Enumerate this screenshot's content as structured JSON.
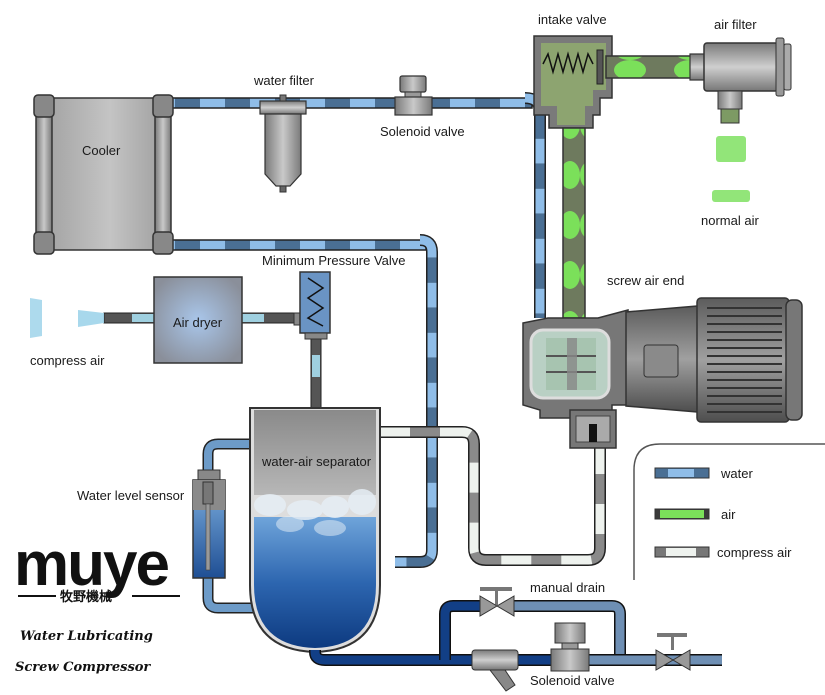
{
  "diagram": {
    "title": "Water Lubricating Screw Compressor schematic",
    "components": {
      "cooler": "Cooler",
      "water_filter": "water filter",
      "solenoid_valve_top": "Solenoid valve",
      "intake_valve": "intake valve",
      "air_filter": "air filter",
      "normal_air": "normal air",
      "screw_air_end": "screw air end",
      "minimum_pressure_valve": "Minimum Pressure Valve",
      "air_dryer": "Air dryer",
      "compress_air_outlet": "compress air",
      "water_air_separator": "water-air separator",
      "water_level_sensor": "Water level sensor",
      "manual_drain": "manual drain",
      "solenoid_valve_bottom": "Solenoid valve"
    },
    "legend": {
      "items": [
        {
          "label": "water",
          "color": "#8fbde8"
        },
        {
          "label": "air",
          "color": "#7be05a"
        },
        {
          "label": "compress air",
          "color": "#eef2ee"
        }
      ]
    }
  },
  "branding": {
    "logo": "muye",
    "logo_cn": "牧野機械",
    "tagline_line1": "Water Lubricating",
    "tagline_line2": "Screw Compressor"
  },
  "colors": {
    "water": "#8fbde8",
    "water_dark": "#4a6f94",
    "air": "#7be05a",
    "compress_air": "#e8ece8",
    "metal": "#8e8e8e",
    "deep_water": "#0e3f86"
  }
}
